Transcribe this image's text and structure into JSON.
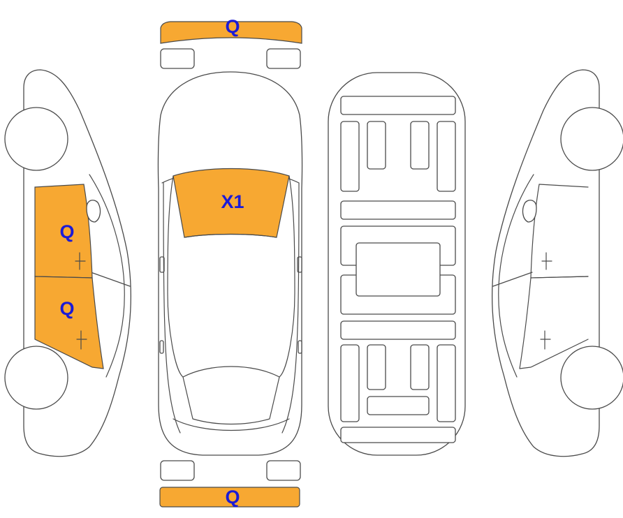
{
  "colors": {
    "highlight": "#F7A832",
    "outline": "#4A4A4A",
    "mark_text": "#1B1BD6"
  },
  "marks": {
    "front_bumper": "Q",
    "windshield": "X1",
    "left_front_door": "Q",
    "left_rear_door": "Q",
    "rear_bumper": "Q"
  },
  "highlighted_panels": [
    "front_bumper",
    "windshield",
    "left_front_door",
    "left_rear_door",
    "rear_bumper"
  ]
}
